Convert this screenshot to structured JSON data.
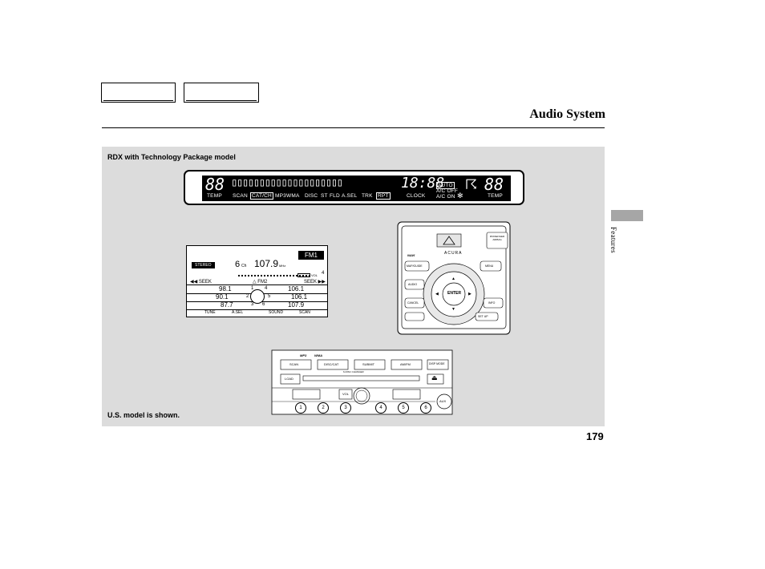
{
  "header": {
    "title": "Audio System"
  },
  "panel": {
    "model_caption": "RDX with Technology Package model",
    "bottom_caption": "U.S. model is shown."
  },
  "side_tab": {
    "label": "Features"
  },
  "page_number": "179",
  "lcd_strip": {
    "left_temp": "88",
    "left_temp_label": "TEMP",
    "right_temp": "88",
    "right_temp_label": "TEMP",
    "clock_digits": "18:88",
    "clock_label": "CLOCK",
    "auto": "AUTO",
    "ac_off": "A/C OFF",
    "ac_on": "A/C ON",
    "indicators": [
      "SCAN",
      "CAT/CH",
      "MP3",
      "WMA",
      "DISC",
      "ST",
      "FLD",
      "A.SEL",
      "TRK",
      "RPT"
    ]
  },
  "radio_display": {
    "stereo": "STEREO",
    "channel": "6",
    "channel_unit": "Ch",
    "frequency": "107.9",
    "freq_unit": "MHz",
    "band": "FM1",
    "vol_label": "VOL",
    "vol_value": "4",
    "seek_left": "SEEK",
    "seek_right": "SEEK",
    "band_center": "FM2",
    "presets": [
      {
        "left": "98.1",
        "num_left": "1",
        "num_right": "4",
        "right": "106.1"
      },
      {
        "left": "90.1",
        "num_left": "2",
        "num_right": "5",
        "right": "106.1"
      },
      {
        "left": "87.7",
        "num_left": "3",
        "num_right": "6",
        "right": "107.9"
      }
    ],
    "bottom_labels": [
      "TUNE",
      "A.SEL",
      "SOUND",
      "SCAN"
    ]
  },
  "nav_panel": {
    "brand": "ACURA",
    "enter": "ENTER",
    "buttons": [
      "NAVI",
      "MAP/GUIDE",
      "MENU",
      "AUDIO",
      "CANCEL",
      "INFO",
      "SET UP"
    ],
    "passenger_label": "PASSENGER AIRBAG"
  },
  "audio_unit": {
    "buttons": [
      "SCAN",
      "DISC/CAT",
      "SUBMIT",
      "AM/FM",
      "DISP MODE",
      "LOAD",
      "VOL",
      "AUX"
    ],
    "presets": [
      "1",
      "2",
      "3",
      "4",
      "5",
      "6"
    ],
    "badges": [
      "MP3",
      "WMA"
    ],
    "changer": "6-DISC CHANGER"
  }
}
